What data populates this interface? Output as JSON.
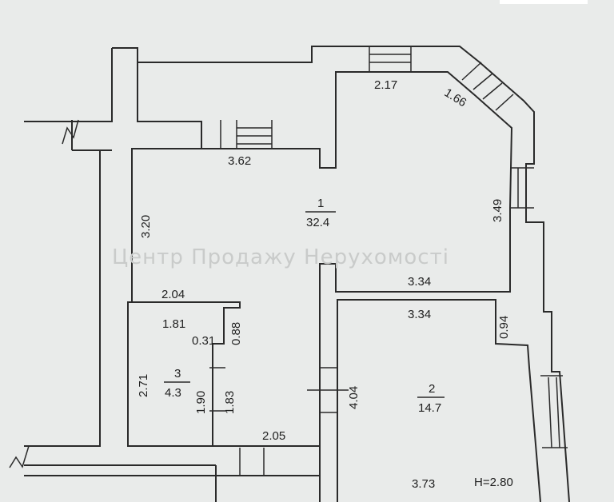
{
  "watermark": "Центр Продажу Нерухомості",
  "ceiling_height": "H=2.80",
  "rooms": [
    {
      "number": "1",
      "area": "32.4"
    },
    {
      "number": "2",
      "area": "14.7"
    },
    {
      "number": "3",
      "area": "4.3"
    }
  ],
  "dimensions": {
    "top_window": "2.17",
    "corner_window": "1.66",
    "corridor_top": "3.62",
    "right_wall_1": "3.49",
    "left_wall_1": "3.20",
    "room1_bottom": "3.34",
    "room2_top": "3.34",
    "room2_right": "0.94",
    "room3_top_outer": "2.04",
    "room3_top_inner": "1.81",
    "room3_notch_w": "0.31",
    "room3_notch_h": "0.88",
    "room3_left": "2.71",
    "room3_door_1": "1.90",
    "room3_door_2": "1.83",
    "room2_door": "4.04",
    "bottom_corridor": "2.05",
    "room2_bottom": "3.73"
  }
}
